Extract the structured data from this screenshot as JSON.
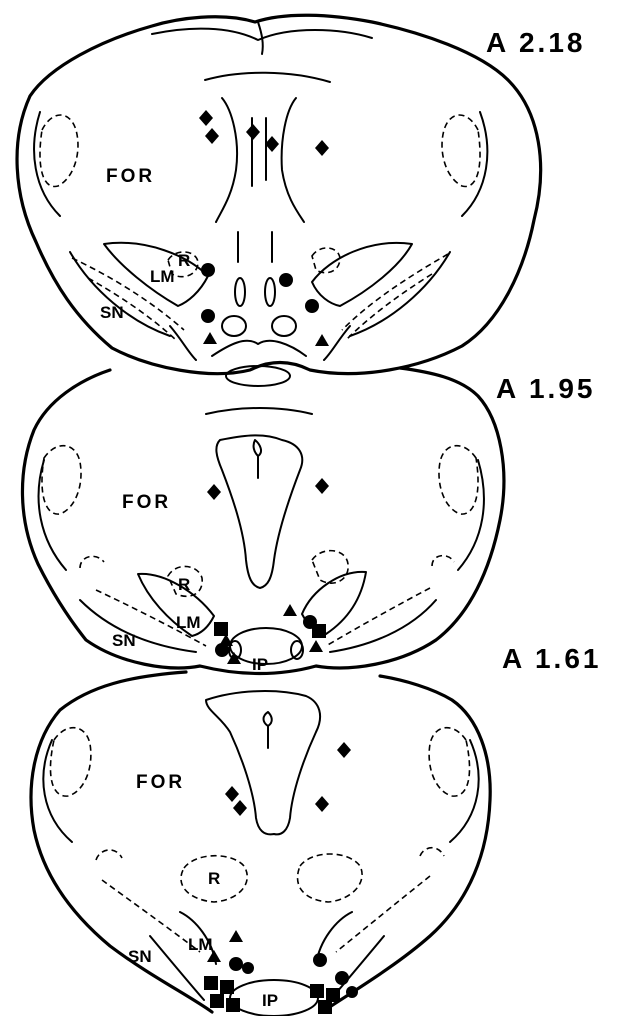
{
  "sections": [
    {
      "id": "a218",
      "label": "A 2.18",
      "regions": {
        "for": "FOR",
        "r": "R",
        "lm": "LM",
        "sn": "SN"
      }
    },
    {
      "id": "a195",
      "label": "A 1.95",
      "regions": {
        "for": "FOR",
        "r": "R",
        "lm": "LM",
        "sn": "SN",
        "ip": "IP"
      }
    },
    {
      "id": "a161",
      "label": "A 1.61",
      "regions": {
        "for": "FOR",
        "r": "R",
        "lm": "LM",
        "sn": "SN",
        "ip": "IP"
      }
    }
  ],
  "marker_types": [
    "diamond",
    "circle",
    "triangle",
    "square"
  ],
  "colors": {
    "ink": "#000000",
    "background": "#ffffff"
  }
}
